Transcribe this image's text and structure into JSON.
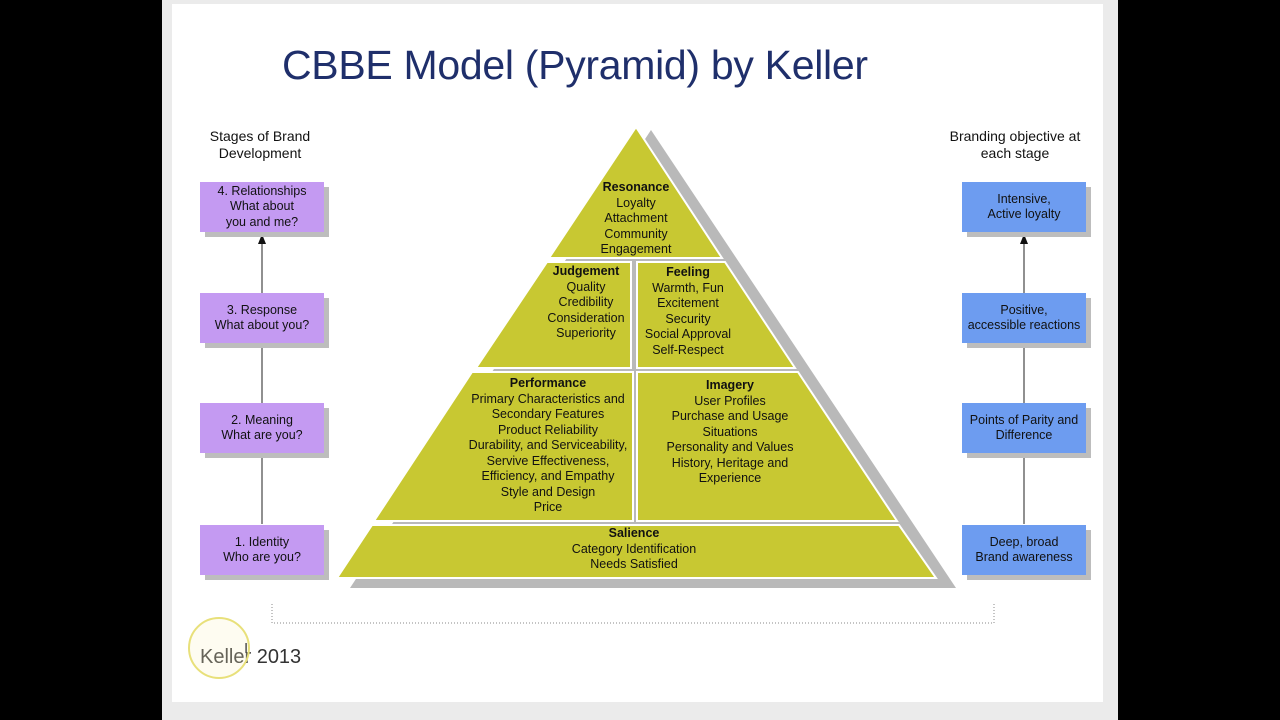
{
  "title": "CBBE Model (Pyramid) by Keller",
  "left_header": [
    "Stages of Brand",
    "Development"
  ],
  "right_header": [
    "Branding objective at",
    "each stage"
  ],
  "stages": [
    {
      "lines": [
        "4. Relationships",
        "What about",
        "you and me?"
      ]
    },
    {
      "lines": [
        "3. Response",
        "What about you?"
      ]
    },
    {
      "lines": [
        "2. Meaning",
        "What are you?"
      ]
    },
    {
      "lines": [
        "1. Identity",
        "Who are you?"
      ]
    }
  ],
  "objectives": [
    {
      "lines": [
        "Intensive,",
        "Active loyalty"
      ]
    },
    {
      "lines": [
        "Positive,",
        "accessible reactions"
      ]
    },
    {
      "lines": [
        "Points of Parity and",
        "Difference"
      ]
    },
    {
      "lines": [
        "Deep, broad",
        "Brand awareness"
      ]
    }
  ],
  "pyramid": {
    "resonance": {
      "head": "Resonance",
      "items": [
        "Loyalty",
        "Attachment",
        "Community",
        "Engagement"
      ]
    },
    "judgement": {
      "head": "Judgement",
      "items": [
        "Quality",
        "Credibility",
        "Consideration",
        "Superiority"
      ]
    },
    "feeling": {
      "head": "Feeling",
      "items": [
        "Warmth, Fun",
        "Excitement",
        "Security",
        "Social Approval",
        "Self-Respect"
      ]
    },
    "performance": {
      "head": "Performance",
      "items": [
        "Primary Characteristics and",
        "Secondary Features",
        "Product Reliability",
        "Durability, and Serviceability,",
        "Servive Effectiveness,",
        "Efficiency, and Empathy",
        "Style and Design",
        "Price"
      ]
    },
    "imagery": {
      "head": "Imagery",
      "items": [
        "User Profiles",
        "Purchase and Usage",
        "Situations",
        "Personality and Values",
        "History, Heritage and",
        "Experience"
      ]
    },
    "salience": {
      "head": "Salience",
      "items": [
        "Category Identification",
        "Needs Satisfied"
      ]
    }
  },
  "colors": {
    "pyramid_fill": "#c8c832",
    "stage_box": "#c49af2",
    "objective_box": "#6d9cf0",
    "title": "#1f2f6b"
  },
  "citation": "Keller 2013"
}
